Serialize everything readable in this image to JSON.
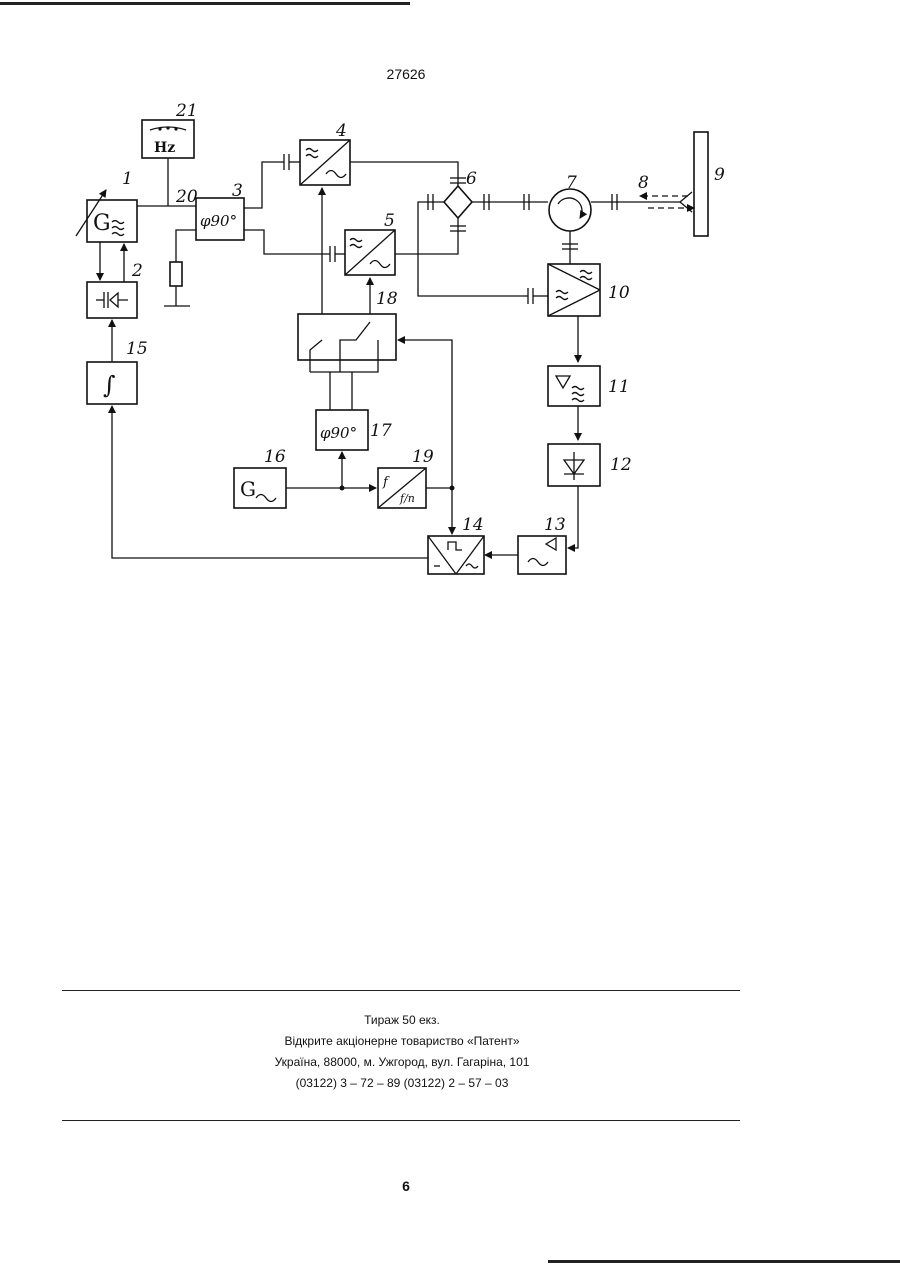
{
  "header": {
    "patent_number": "27626"
  },
  "diagram": {
    "block_labels": [
      "1",
      "2",
      "3",
      "4",
      "5",
      "6",
      "7",
      "8",
      "9",
      "10",
      "11",
      "12",
      "13",
      "14",
      "15",
      "16",
      "17",
      "18",
      "19",
      "20",
      "21"
    ],
    "inscriptions": {
      "frequency_meter": "Hz",
      "generator": "G",
      "phase_shifter": "φ90°",
      "divider": "f/n"
    }
  },
  "publication": {
    "print_run": "Тираж 50 екз.",
    "publisher": "Відкрите акціонерне товариство «Патент»",
    "address": "Україна, 88000, м. Ужгород, вул. Гагаріна, 101",
    "phones": "(03122) 3 – 72 – 89   (03122) 2 – 57 – 03"
  },
  "footer": {
    "page_number": "6"
  }
}
